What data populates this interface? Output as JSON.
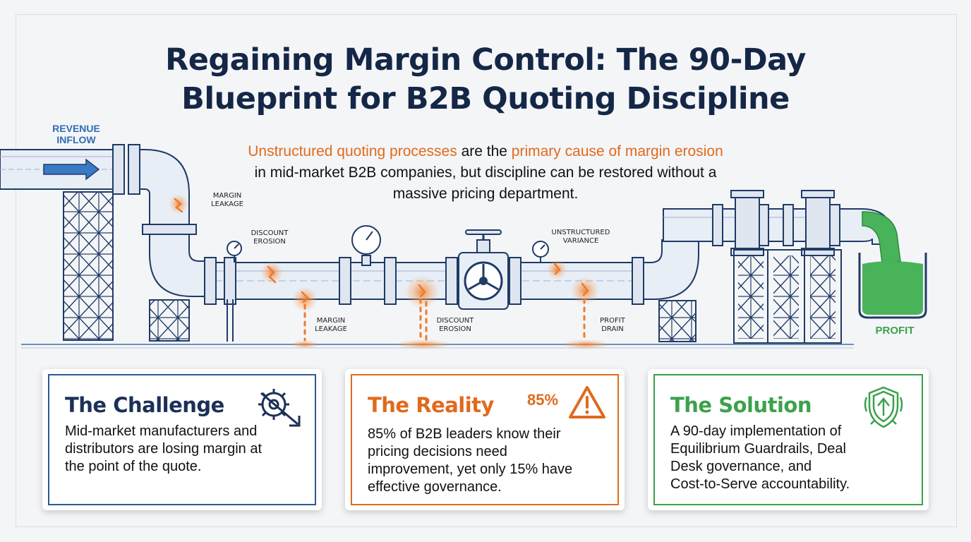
{
  "title_line1": "Regaining Margin Control: The 90-Day",
  "title_line2": "Blueprint for B2B Quoting Discipline",
  "subtitle": {
    "hl1": "Unstructured quoting processes",
    "t1": " are the ",
    "hl2": "primary cause of margin erosion",
    "t2": "in mid-market B2B companies, but discipline can be restored without a",
    "t3": "massive pricing department."
  },
  "diagram": {
    "inflow_label": [
      "REVENUE",
      "INFLOW"
    ],
    "profit_label": "PROFIT",
    "leak_labels": {
      "margin_leakage_top": [
        "MARGIN",
        "LEAKAGE"
      ],
      "discount_erosion_top": [
        "DISCOUNT",
        "EROSION"
      ],
      "unstructured_variance": [
        "UNSTRUCTURED",
        "VARIANCE"
      ],
      "margin_leakage_bottom": [
        "MARGIN",
        "LEAKAGE"
      ],
      "discount_erosion_bottom": [
        "DISCOUNT",
        "EROSION"
      ],
      "profit_drain": [
        "PROFIT",
        "DRAIN"
      ]
    },
    "colors": {
      "pipe": "#1f3b66",
      "leak": "#f07a2a",
      "profit": "#3ca14c",
      "inflow": "#2f6db1"
    }
  },
  "cards": [
    {
      "heading": "The Challenge",
      "body": [
        "Mid-market manufacturers and",
        "distributors are losing margin at",
        "the point of the quote."
      ],
      "icon": "gear-down-arrow-icon",
      "color": "#2c5a92"
    },
    {
      "heading": "The Reality",
      "stat": "85%",
      "body": [
        "85% of B2B leaders know their",
        "pricing decisions need",
        "improvement, yet only 15% have",
        "effective governance."
      ],
      "icon": "warning-icon",
      "color": "#e06a1d"
    },
    {
      "heading": "The Solution",
      "body": [
        "A 90-day implementation of",
        "Equilibrium Guardrails, Deal",
        "Desk governance, and",
        "Cost-to-Serve accountability."
      ],
      "icon": "shield-gear-arrow-icon",
      "color": "#3ca14c"
    }
  ]
}
